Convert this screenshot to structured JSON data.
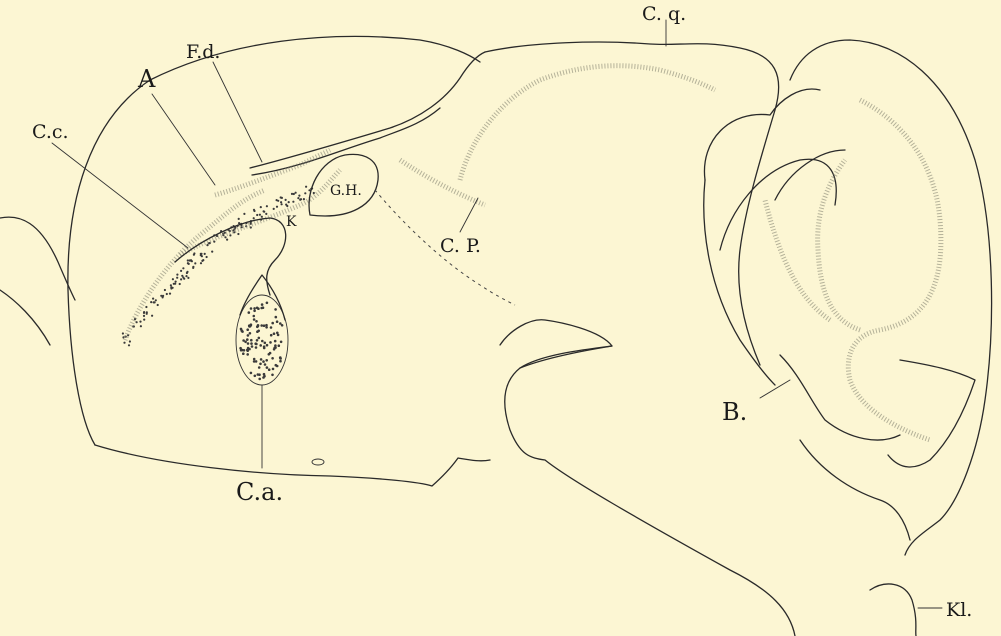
{
  "labels": {
    "cc": "C.c.",
    "a": "A",
    "fd": "F.d.",
    "gh": "G.H.",
    "k": "K",
    "cq": "C. q.",
    "cp": "C. P.",
    "ca": "C.a.",
    "b": "B.",
    "kl": "Kl."
  }
}
